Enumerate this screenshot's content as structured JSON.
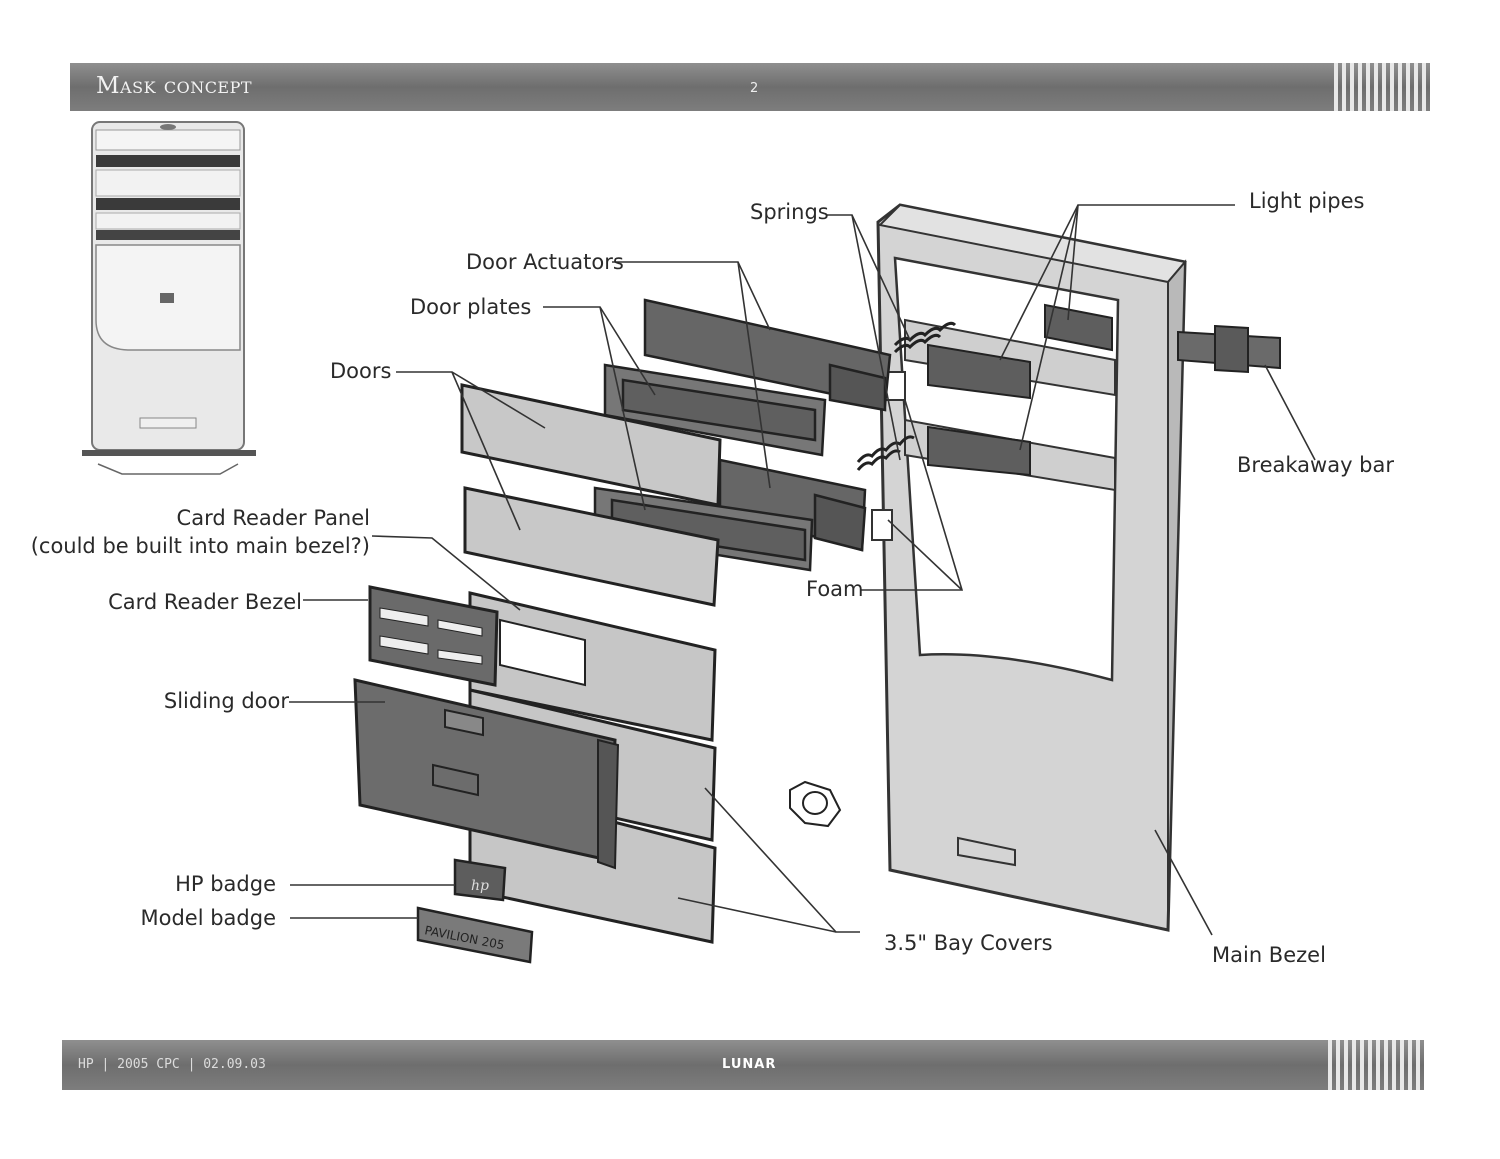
{
  "header": {
    "title": "Mask concept",
    "page_number": "2"
  },
  "footer": {
    "left_text": "HP | 2005 CPC | 02.09.03",
    "logo_text": "LUNAR"
  },
  "labels": {
    "springs": "Springs",
    "light_pipes": "Light pipes",
    "door_actuators": "Door Actuators",
    "door_plates": "Door plates",
    "doors": "Doors",
    "breakaway_bar": "Breakaway bar",
    "card_reader_panel_line1": "Card Reader Panel",
    "card_reader_panel_line2": "(could be built into main bezel?)",
    "card_reader_bezel": "Card Reader Bezel",
    "foam": "Foam",
    "sliding_door": "Sliding door",
    "hp_badge": "HP badge",
    "model_badge": "Model badge",
    "bay_covers": "3.5\" Bay Covers",
    "main_bezel": "Main Bezel"
  },
  "badge_text": {
    "hp": "hp",
    "model": "PAVILION 205"
  },
  "colors": {
    "part_fill": "#6b6b6b",
    "panel_fill": "#c4c4c4",
    "bezel_fill": "#d2d2d2",
    "line": "#333333"
  }
}
